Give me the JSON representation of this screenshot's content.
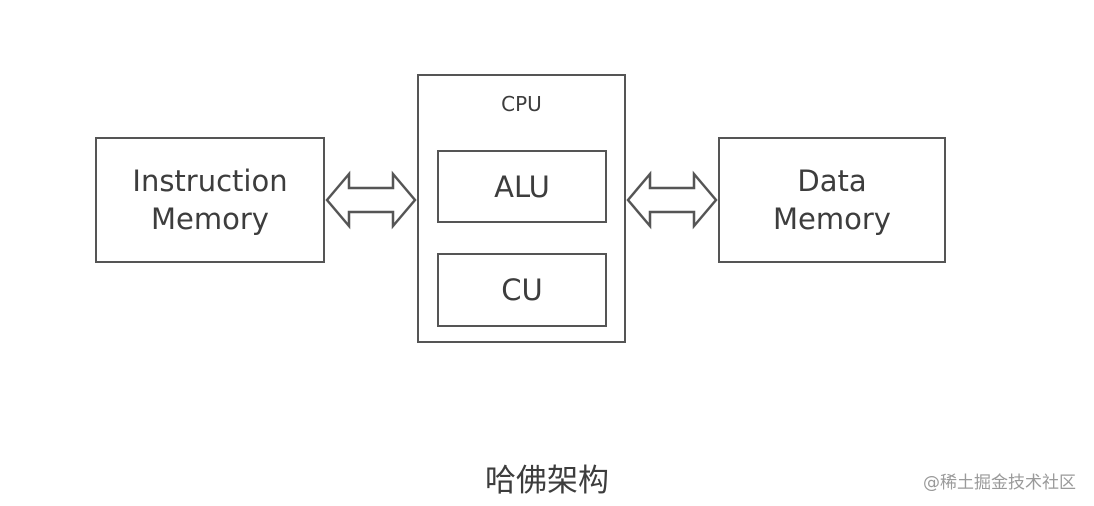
{
  "diagram": {
    "instruction_memory_label": "Instruction\nMemory",
    "data_memory_label": "Data\nMemory",
    "cpu_label": "CPU",
    "alu_label": "ALU",
    "cu_label": "CU",
    "caption": "哈佛架构",
    "watermark": "@稀土掘金技术社区",
    "stroke_color": "#555555"
  }
}
